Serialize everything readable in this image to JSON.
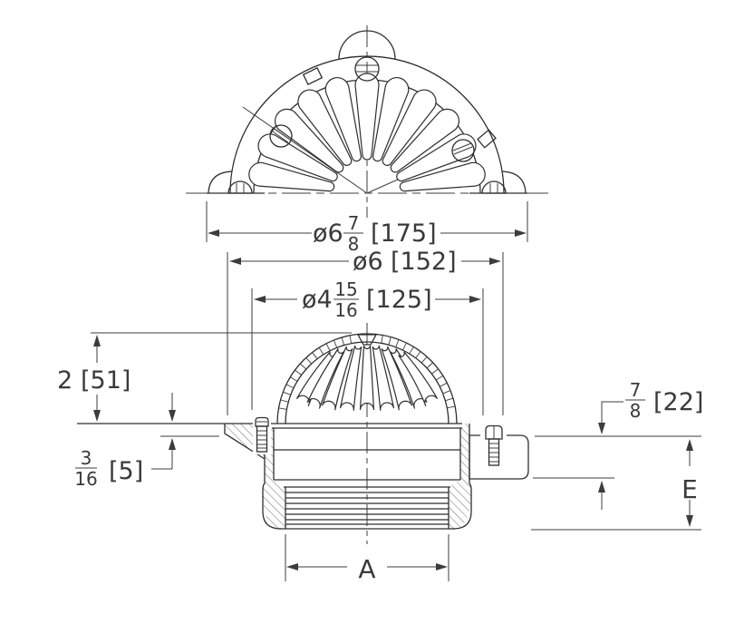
{
  "drawing": {
    "colors": {
      "line": "#2e2e2e",
      "dim_line": "#3c3c3c",
      "text": "#3a3a3a",
      "background": "#ffffff"
    },
    "dimensions": {
      "overall_diameter": {
        "symbol": "ø6",
        "numerator": "7",
        "denominator": "8",
        "metric": "[175]"
      },
      "flange_diameter": {
        "symbol": "ø6",
        "metric": "[152]"
      },
      "dome_diameter": {
        "symbol": "ø4",
        "numerator": "15",
        "denominator": "16",
        "metric": "[125]"
      },
      "dome_height": {
        "value": "2",
        "metric": "[51]"
      },
      "deck_flange_thickness": {
        "numerator": "3",
        "denominator": "16",
        "metric": "[5]"
      },
      "collar_height": {
        "numerator": "7",
        "denominator": "8",
        "metric": "[22]"
      },
      "outlet_width_label": "A",
      "sump_depth_label": "E"
    }
  }
}
